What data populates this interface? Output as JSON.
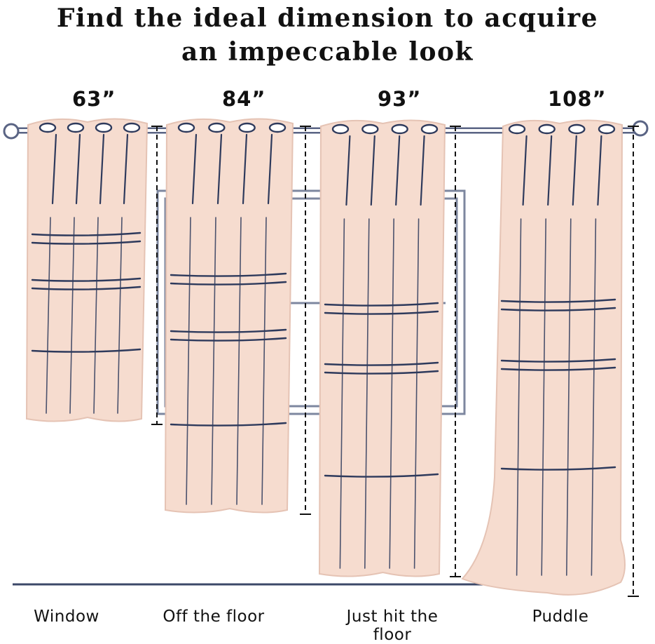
{
  "title": {
    "line1": "Find the ideal dimension to acquire",
    "line2": "an impeccable look"
  },
  "curtains": [
    {
      "length_label": "63”",
      "caption": "Window"
    },
    {
      "length_label": "84”",
      "caption": "Off the floor"
    },
    {
      "length_label": "93”",
      "caption": "Just hit the floor"
    },
    {
      "length_label": "108”",
      "caption": "Puddle"
    }
  ],
  "colors": {
    "fabric": "#f6dccf",
    "ink": "#2e3a5c",
    "rod": "#5a6484",
    "window_frame": "#7d879f",
    "text": "#111111"
  }
}
